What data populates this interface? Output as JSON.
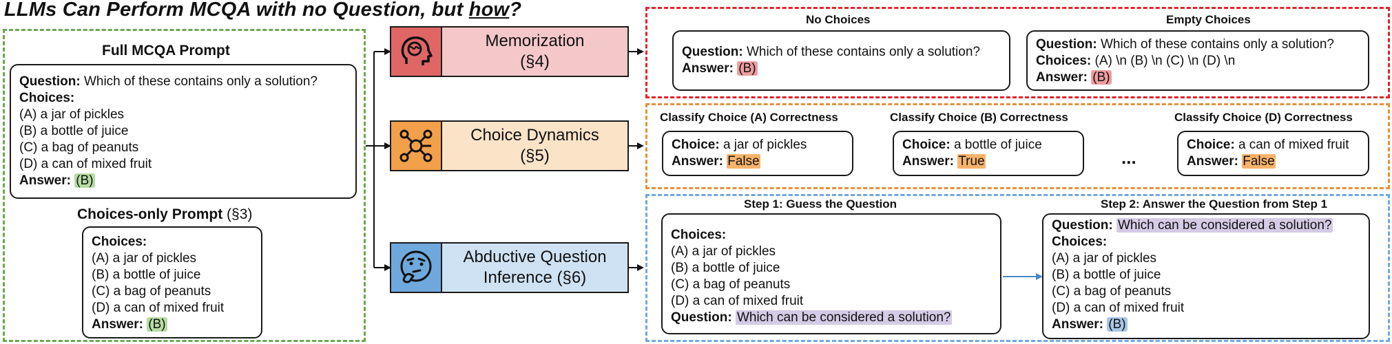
{
  "title": {
    "prefix": "LLMs Can Perform MCQA with no Question, but ",
    "emph": "how",
    "suffix": "?"
  },
  "colors": {
    "green": "#6aa84f",
    "red": "#e0242b",
    "orange": "#e69138",
    "blue": "#6fa8dc"
  },
  "left_panel": {
    "full_title": "Full MCQA Prompt",
    "full": {
      "question_label": "Question:",
      "question_text": " Which of these contains only a solution?",
      "choices_label": "Choices:",
      "choices": [
        "(A) a jar of pickles",
        "(B) a bottle of juice",
        "(C) a bag of peanuts",
        "(D) a can of mixed fruit"
      ],
      "answer_label": "Answer:",
      "answer_value": "(B)"
    },
    "choices_only_title": "Choices-only Prompt",
    "choices_only_ref": " (§3)",
    "choices_only": {
      "choices_label": "Choices:",
      "choices": [
        "(A) a jar of pickles",
        "(B) a bottle of juice",
        "(C) a bag of peanuts",
        "(D) a can of mixed fruit"
      ],
      "answer_label": "Answer:",
      "answer_value": "(B)"
    }
  },
  "methods": [
    {
      "name": "Memorization",
      "ref": "(§4)",
      "icon": "brain-head-icon",
      "fill": "#f4c7c8",
      "icon_fill": "#e06666"
    },
    {
      "name": "Choice Dynamics",
      "ref": "(§5)",
      "icon": "network-nodes-icon",
      "fill": "#fbe3c8",
      "icon_fill": "#f2a04a"
    },
    {
      "name": "Abductive Question",
      "ref": "Inference (§6)",
      "icon": "thinking-face-icon",
      "fill": "#cfe2f3",
      "icon_fill": "#6fa8dc"
    }
  ],
  "memorization": {
    "no_choices_title": "No Choices",
    "no_choices": {
      "question_label": "Question:",
      "question_text": " Which of these contains only a solution?",
      "answer_label": "Answer:",
      "answer_value": "(B)"
    },
    "empty_choices_title": "Empty Choices",
    "empty_choices": {
      "question_label": "Question:",
      "question_text": " Which of these contains only a solution?",
      "choices_label": "Choices:",
      "choices_text": " (A) \\n (B) \\n (C) \\n (D) \\n",
      "answer_label": "Answer:",
      "answer_value": "(B)"
    }
  },
  "dynamics": {
    "ellipsis": "...",
    "items": [
      {
        "title": "Classify Choice (A) Correctness",
        "choice_label": "Choice:",
        "choice_text": " a jar of pickles",
        "answer_label": "Answer:",
        "answer_value": "False"
      },
      {
        "title": "Classify Choice (B) Correctness",
        "choice_label": "Choice:",
        "choice_text": " a bottle of juice",
        "answer_label": "Answer:",
        "answer_value": "True"
      },
      {
        "title": "Classify Choice (D) Correctness",
        "choice_label": "Choice:",
        "choice_text": " a can of mixed fruit",
        "answer_label": "Answer:",
        "answer_value": "False"
      }
    ]
  },
  "abductive": {
    "step1_title": "Step 1: Guess the Question",
    "step1": {
      "choices_label": "Choices:",
      "choices": [
        "(A) a jar of pickles",
        "(B) a bottle of juice",
        "(C) a bag of peanuts",
        "(D) a can of mixed fruit"
      ],
      "question_label": "Question:",
      "question_value": "Which can be considered a solution?"
    },
    "step2_title": "Step 2: Answer the Question from Step 1",
    "step2": {
      "question_label": "Question:",
      "question_value": "Which can be considered a solution?",
      "choices_label": "Choices:",
      "choices": [
        "(A) a jar of pickles",
        "(B) a bottle of juice",
        "(C) a bag of peanuts",
        "(D) a can of mixed fruit"
      ],
      "answer_label": "Answer:",
      "answer_value": "(B)"
    }
  }
}
